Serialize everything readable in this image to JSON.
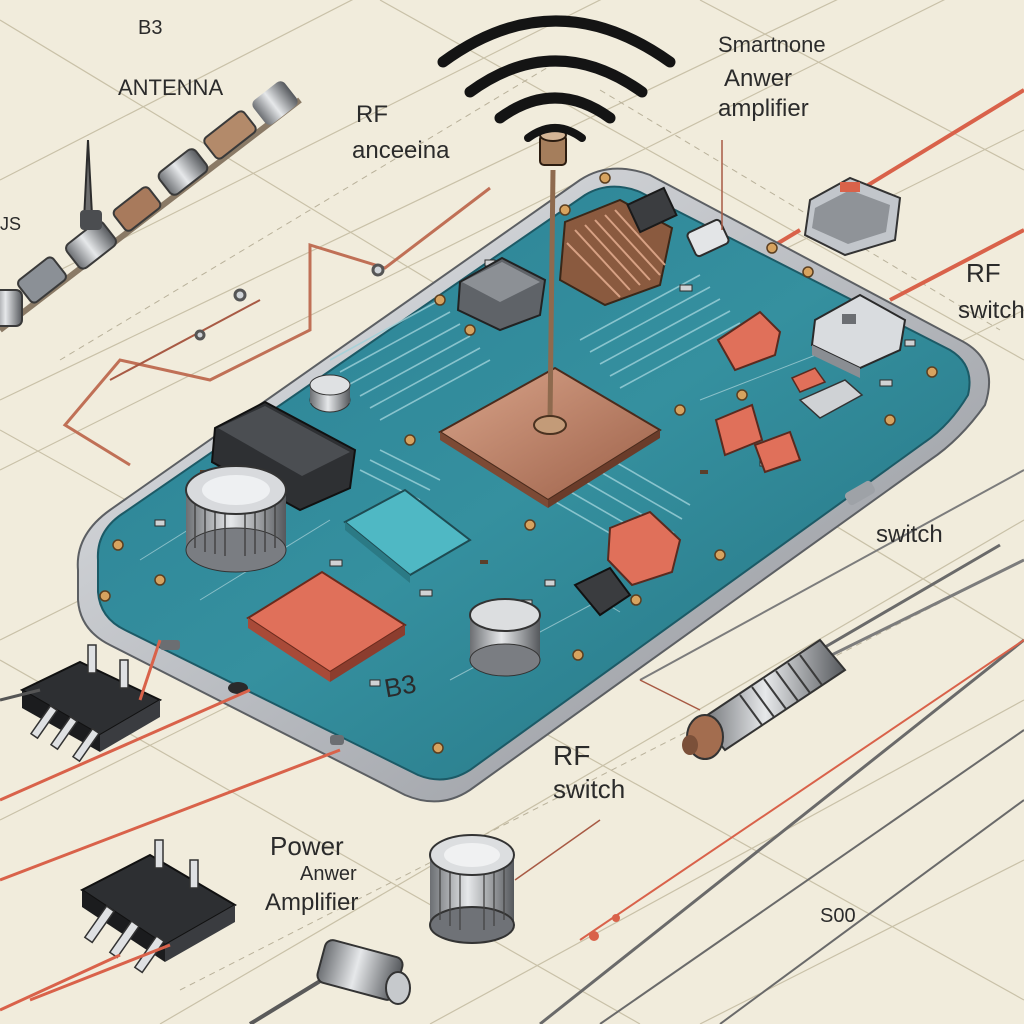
{
  "labels": {
    "top_code": "B3",
    "antenna": "ANTENNA",
    "rf_antenna_1": "RF",
    "rf_antenna_2": "anceeina",
    "smartphone_1": "Smartnone",
    "smartphone_2": "Anwer",
    "smartphone_3": "amplifier",
    "rf_switch_right_1": "RF",
    "rf_switch_right_2": "switch",
    "switch_mid": "switch",
    "rf_switch_bottom_1": "RF",
    "rf_switch_bottom_2": "switch",
    "power_amp_1": "Power",
    "power_amp_2": "Anwer",
    "power_amp_3": "Amplifier",
    "board_code": "B3",
    "bottom_code": "S00",
    "left_code": "JS"
  },
  "colors": {
    "paper": "#f1ecdc",
    "pcb": "#2f8a9c",
    "pcb_dark": "#1f6877",
    "frame": "#c9ccd0",
    "copper": "#b8785a",
    "wire_red": "#d9624a",
    "chip_orange": "#e0705a",
    "chip_cyan": "#4fb8c4",
    "ink": "#2b2b2b"
  }
}
